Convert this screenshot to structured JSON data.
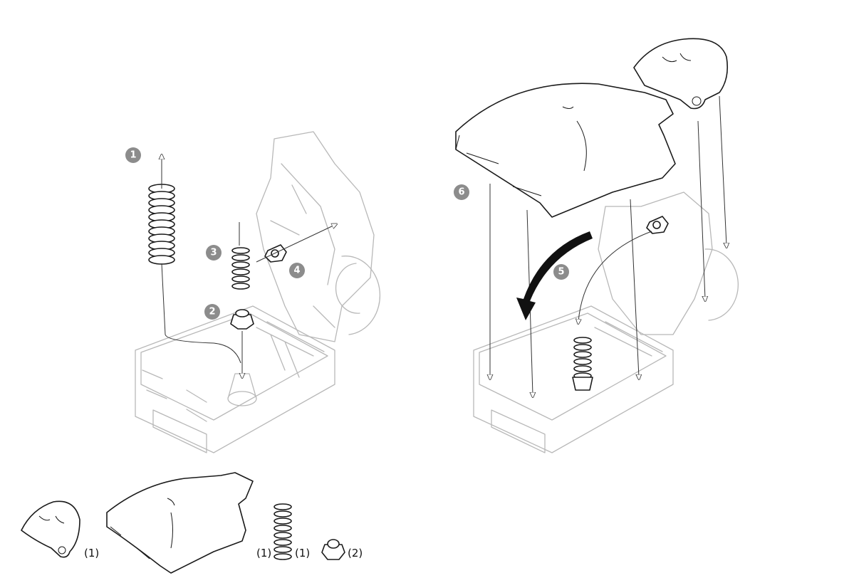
{
  "steps": [
    {
      "label": "1"
    },
    {
      "label": "2"
    },
    {
      "label": "3"
    },
    {
      "label": "4"
    },
    {
      "label": "5"
    },
    {
      "label": "6"
    }
  ],
  "parts_list": [
    {
      "part": "head",
      "quantity": "(1)"
    },
    {
      "part": "torso-skin",
      "quantity": "(1)"
    },
    {
      "part": "spring",
      "quantity": "(1)"
    },
    {
      "part": "valve",
      "quantity": "(2)"
    }
  ],
  "colors": {
    "step_badge": "#8c8c8c",
    "ghost_line": "#b8b8b8",
    "ink": "#1a1a1a"
  }
}
